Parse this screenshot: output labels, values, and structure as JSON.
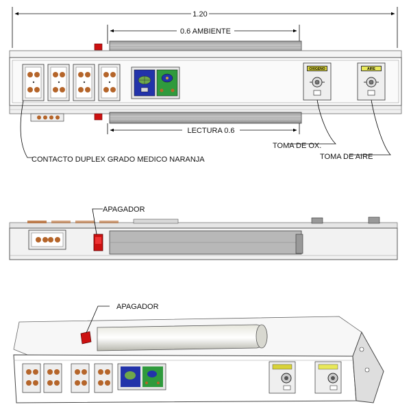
{
  "dimensions": {
    "total_width": "1.20",
    "ambient_width": "0.6 AMBIENTE",
    "reading_width": "LECTURA 0.6"
  },
  "callouts": {
    "oxygen_outlet": "TOMA DE OX.",
    "air_outlet": "TOMA DE AIRE",
    "duplex_outlet": "CONTACTO DUPLEX GRADO MEDICO NARANJA",
    "switch_side": "APAGADOR",
    "switch_iso": "APAGADOR"
  },
  "gas_labels": {
    "oxygen": "OXIGENO",
    "air": "AIRE"
  },
  "colors": {
    "outlet_orange": "#b5652a",
    "panel_blue": "#2233aa",
    "panel_green": "#2f9a3d",
    "switch_red": "#cc1111",
    "oxygen_label_bg": "#d8d23a",
    "air_label_bg": "#e8e85a"
  },
  "icons": [
    "duplex-outlet-icon",
    "rocker-switch-icon",
    "gas-outlet-icon",
    "light-fixture-icon"
  ]
}
